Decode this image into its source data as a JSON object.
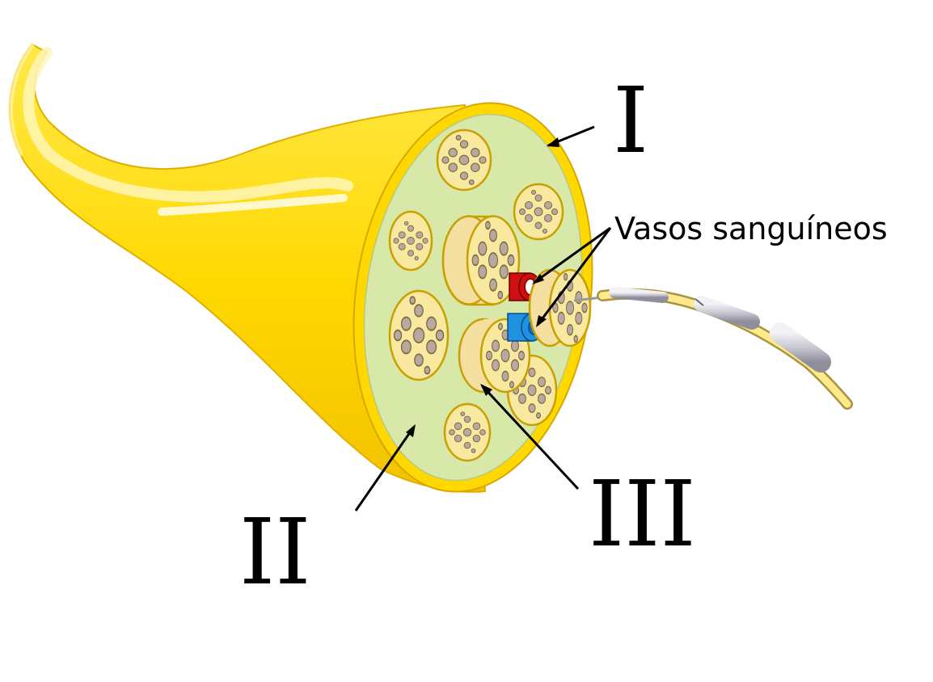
{
  "labels": {
    "epineurium": "I",
    "perineurium_space": "II",
    "fascicle": "III",
    "blood_vessels": "Vasos sanguíneos"
  },
  "colors": {
    "nerve_sheath": "#FFE100",
    "nerve_highlight": "#FFF3A8",
    "cross_section": "#D8E8A8",
    "fascicle_fill": "#F8E8A0",
    "fascicle_outline": "#C8A000",
    "axon": "#B8A8A0",
    "artery": "#D01010",
    "vein": "#2090E0",
    "axon_strand": "#D8D8E0"
  }
}
